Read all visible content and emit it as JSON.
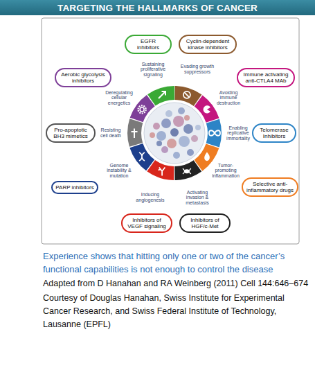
{
  "diagram": {
    "title": "TARGETING THE HALLMARKS OF CANCER",
    "caption": "Experience shows that hitting only one or two of the cancer’s functional capabilities is not enough to control the disease",
    "nodes": [
      {
        "text": [
          "EGFR inhibitors"
        ]
      },
      {
        "text": [
          "Cyclin-dependent kinase inhibitors"
        ]
      },
      {
        "text": [
          "Aerobic glycolysis inhibitors"
        ]
      },
      {
        "text": [
          "Immune activating anti-CTLA4 MAb"
        ]
      },
      {
        "text": [
          "Pro-apoptotic BH3 mimetics"
        ]
      },
      {
        "text": [
          "Telomerase Inhibitors"
        ]
      },
      {
        "text": [
          "PARP inhibitors"
        ]
      },
      {
        "text": [
          "Selective anti-inflammatory drugs"
        ]
      },
      {
        "text": [
          "Inhibitors of VEGF signaling"
        ]
      },
      {
        "text": [
          "Inhibitors of HGF/c-Met"
        ]
      }
    ],
    "labels": [
      "Sustaining proliferative signaling",
      "Evading growth suppressors",
      "Avoiding immune destruction",
      "Enabling replicative immortality",
      "Tumor-promoting inflammation",
      "Activating invasion & metastasis",
      "Inducing angiogenesis",
      "Genome instability & mutation",
      "Resisting cell death",
      "Deregulating cellular energetics",
      "Adapted from D Hanahan and RA Weinberg (2011) Cell 144:646–674",
      "Courtesy of Douglas Hanahan, Swiss Institute for Experimental Cancer Research, and Swiss Federal Institute of Technology, Lausanne (EPFL)"
    ]
  }
}
